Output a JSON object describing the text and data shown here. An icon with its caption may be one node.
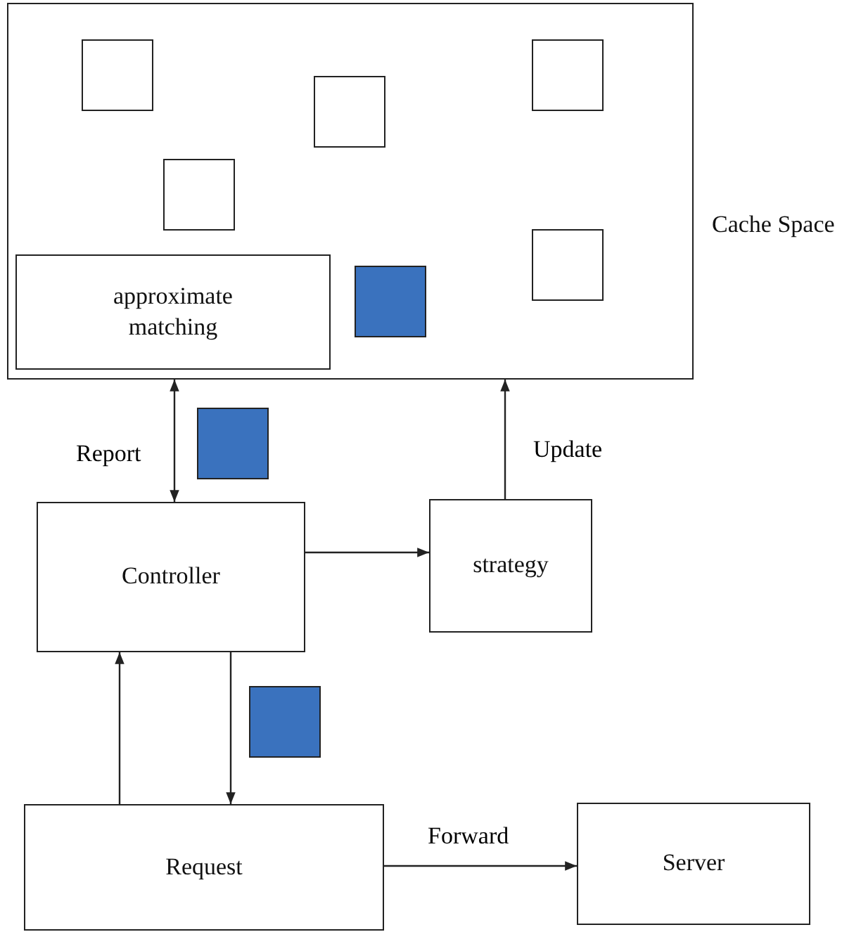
{
  "diagram": {
    "nodes": [
      {
        "text": [
          "Cache Space"
        ]
      },
      {
        "text": [],
        "shape": "box",
        "in": 0
      },
      {
        "text": [],
        "shape": "box",
        "in": 0
      },
      {
        "text": [],
        "shape": "box",
        "in": 0
      },
      {
        "text": [],
        "shape": "box",
        "in": 0
      },
      {
        "text": [],
        "shape": "box",
        "in": 0
      },
      {
        "text": [
          "approximate matching"
        ],
        "in": 0
      },
      {
        "text": [],
        "shape": "box",
        "in": 0
      },
      {
        "text": [],
        "shape": "box"
      },
      {
        "text": [
          "Controller"
        ]
      },
      {
        "text": [
          "strategy"
        ]
      },
      {
        "text": [],
        "shape": "box"
      },
      {
        "text": [
          "Request"
        ]
      },
      {
        "text": [
          "Server"
        ]
      }
    ],
    "edges": [
      {
        "from": 9,
        "to": 0,
        "arrow": "both",
        "label": "Report"
      },
      {
        "from": 9,
        "to": 10,
        "arrow": "to"
      },
      {
        "from": 10,
        "to": 0,
        "arrow": "to",
        "label": "Update"
      },
      {
        "from": 12,
        "to": 9,
        "arrow": "to"
      },
      {
        "from": 9,
        "to": 12,
        "arrow": "to"
      },
      {
        "from": 12,
        "to": 13,
        "arrow": "to",
        "label": "Forward"
      }
    ]
  }
}
